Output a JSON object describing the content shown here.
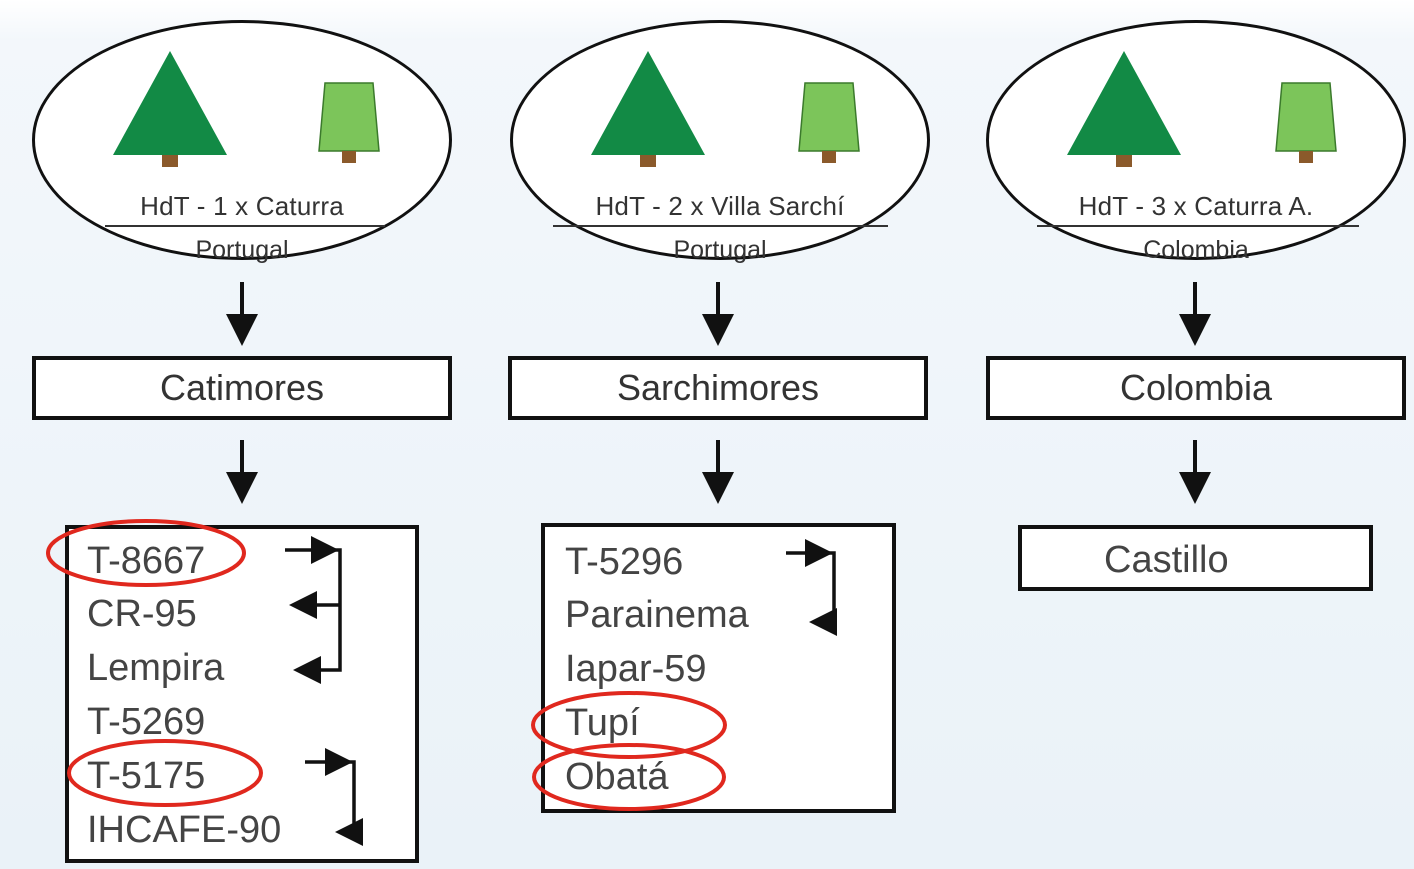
{
  "columns": [
    {
      "cross": "HdT - 1 x Caturra",
      "origin": "Portugal",
      "group": "Catimores",
      "varieties": [
        "T-8667",
        "CR-95",
        "Lempira",
        "T-5269",
        "T-5175",
        "IHCAFE-90"
      ],
      "circled": [
        "T-8667",
        "T-5175"
      ]
    },
    {
      "cross": "HdT - 2 x Villa Sarchí",
      "origin": "Portugal",
      "group": "Sarchimores",
      "varieties": [
        "T-5296",
        "Parainema",
        "Iapar-59",
        "Tupí",
        "Obatá"
      ],
      "circled": [
        "Tupí",
        "Obatá"
      ]
    },
    {
      "cross": "HdT - 3 x Caturra A.",
      "origin": "Colombia",
      "group": "Colombia",
      "varieties": [
        "Castillo"
      ],
      "circled": []
    }
  ],
  "colors": {
    "tree_dark": "#128a45",
    "tree_light": "#7cc55a",
    "trunk": "#8b5a2b",
    "circle_highlight": "#e0281e",
    "outline": "#111111"
  }
}
